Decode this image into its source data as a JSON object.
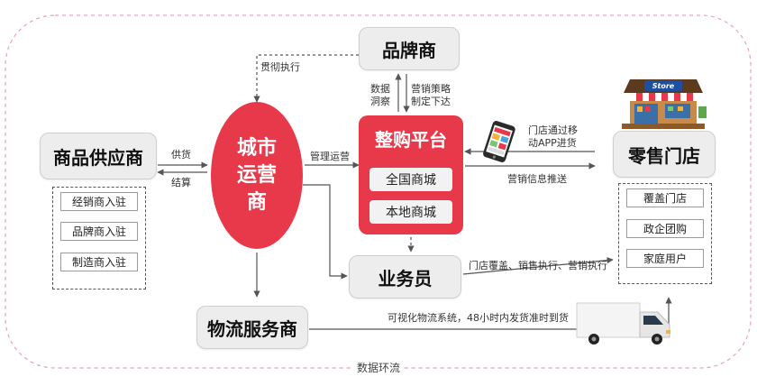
{
  "nodes": {
    "brand": "品牌商",
    "supplier": "商品供应商",
    "city_ops": "城市\n运营\n商",
    "platform": {
      "title": "整购平台",
      "items": [
        "全国商城",
        "本地商城"
      ]
    },
    "retail": "零售门店",
    "salesman": "业务员",
    "logistics": "物流服务商",
    "store_sign": "Store"
  },
  "supplier_items": [
    "经销商入驻",
    "品牌商入驻",
    "制造商入驻"
  ],
  "retail_items": [
    "覆盖门店",
    "政企团购",
    "家庭用户"
  ],
  "labels": {
    "implement": "贯彻执行",
    "data_insight": "数据\n洞察",
    "marketing_strategy": "营销策略\n制定下达",
    "supply": "供货",
    "settle": "结算",
    "manage_ops": "管理运营",
    "store_app": "门店通过移\n动APP进货",
    "marketing_push": "营销信息推送",
    "salesman_tasks": "门店覆盖、销售执行、营销执行",
    "logistics_line": "可视化物流系统，48小时内发货准时到货",
    "data_loop": "数据环流"
  },
  "colors": {
    "accent": "#e8394b",
    "box_bg": "#ededed",
    "loop_border": "#e9a3ab",
    "line": "#555555"
  },
  "icons": [
    "phone-app-icon",
    "store-icon",
    "truck-icon"
  ]
}
